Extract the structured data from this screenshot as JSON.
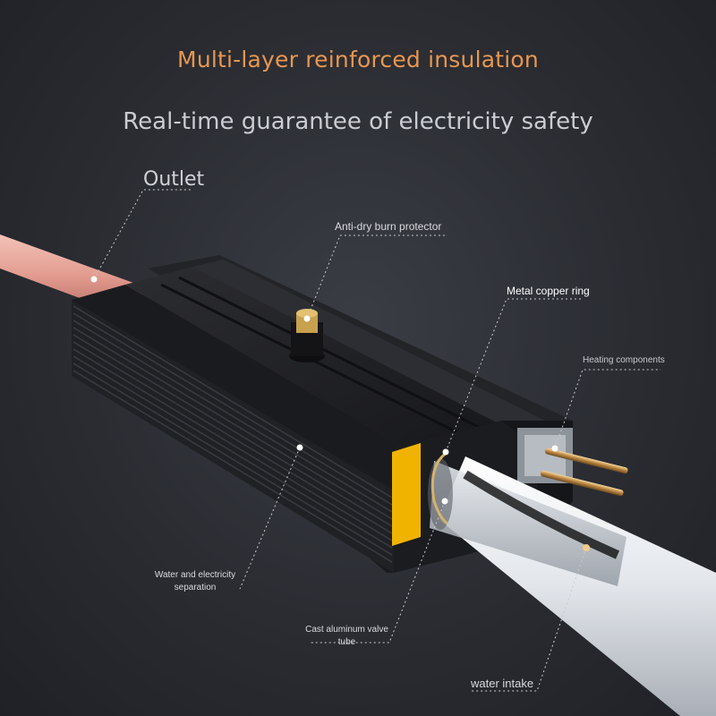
{
  "headline": {
    "line1": "Multi-layer reinforced insulation",
    "line2": "Real-time guarantee of electricity safety"
  },
  "callouts": {
    "outlet": "Outlet",
    "anti_dry_burn": "Anti-dry burn protector",
    "metal_copper_ring": "Metal copper ring",
    "heating_components": "Heating components",
    "water_electricity_separation": "Water and electricity separation",
    "cast_aluminum_valve_tube": "Cast aluminum valve tube",
    "water_intake": "water intake"
  },
  "colors": {
    "headline_accent": "#e9964f",
    "background": "#2a2c32",
    "outlet_pipe": "#e8a49a",
    "intake_pipe": "#dfe3e8",
    "housing": "#1c1d20",
    "insulation_pad": "#f0b400"
  }
}
